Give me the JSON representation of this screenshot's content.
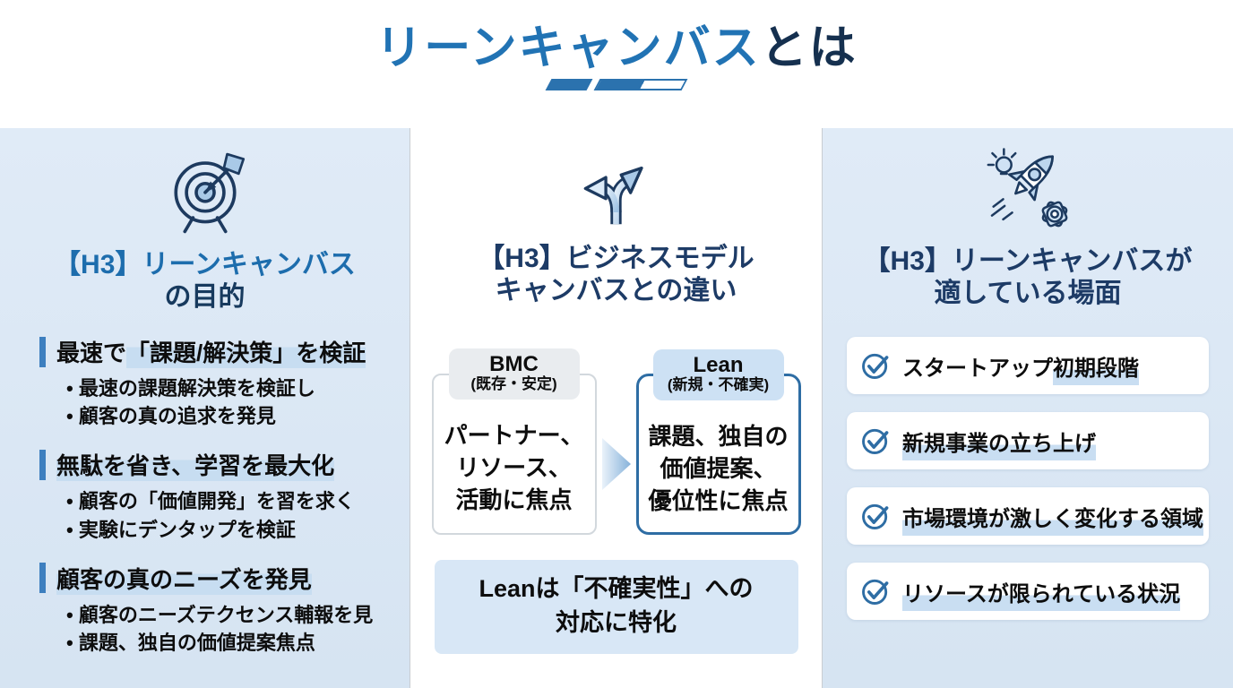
{
  "title": {
    "main": "リーンキャンバス",
    "suffix": "とは"
  },
  "purpose": {
    "icon": "target-icon",
    "heading_line1": "【H3】リーンキャンバス",
    "heading_line2": "の目的",
    "items": [
      {
        "heading_prefix": "最速で",
        "heading_highlight": "「課題/解決策」を検証",
        "bullets": [
          "最速の課題解決策を検証し",
          "顧客の真の追求を発見"
        ]
      },
      {
        "heading_prefix": "",
        "heading_highlight": "無駄を省き、学習を最大化",
        "bullets": [
          "顧客の「価値開発」を習を求く",
          "実験にデンタップを検証"
        ]
      },
      {
        "heading_prefix": "",
        "heading_highlight": "顧客の真のニーズを発見",
        "bullets": [
          "顧客のニーズテクセンス輔報を見",
          "課題、独自の価値提案焦点"
        ]
      }
    ]
  },
  "difference": {
    "icon": "fork-arrows-icon",
    "heading_line1": "【H3】ビジネスモデル",
    "heading_line2": "キャンバスとの違い",
    "bmc": {
      "label": "BMC",
      "sublabel": "(既存・安定)",
      "body_lines": [
        "パートナー、",
        "リソース、",
        "活動に焦点"
      ]
    },
    "lean": {
      "label": "Lean",
      "sublabel": "(新規・不確実)",
      "body_lines": [
        "課題、独自の",
        "価値提案、",
        "優位性に焦点"
      ]
    },
    "arrow_icon": "right-arrow-icon",
    "footer_lines": [
      "Leanは「不確実性」への",
      "対応に特化"
    ]
  },
  "situations": {
    "icon": "rocket-lightbulb-gear-icon",
    "heading_line1": "【H3】リーンキャンバスが",
    "heading_line2": "適している場面",
    "card_icon": "check-circle-icon",
    "cards": [
      {
        "prefix": "スタートアップ",
        "highlight": "初期段階"
      },
      {
        "prefix": "",
        "highlight": "新規事業の立ち上げ"
      },
      {
        "prefix": "",
        "highlight": "市場環境が激しく変化する領域"
      },
      {
        "prefix": "",
        "highlight": "リソースが限られている状況"
      }
    ]
  },
  "colors": {
    "accent_blue": "#2173b4",
    "navy": "#15304f",
    "heading_blue": "#1d6dad",
    "heading_navy": "#1d3b66",
    "highlight": "#c7ddf1",
    "panel_bg": "#dbe8f5",
    "bmc_badge_bg": "#e9ecef",
    "lean_badge_bg": "#cde1f4",
    "lean_border": "#2e6da4",
    "footer_box_bg": "#d8e7f6"
  }
}
